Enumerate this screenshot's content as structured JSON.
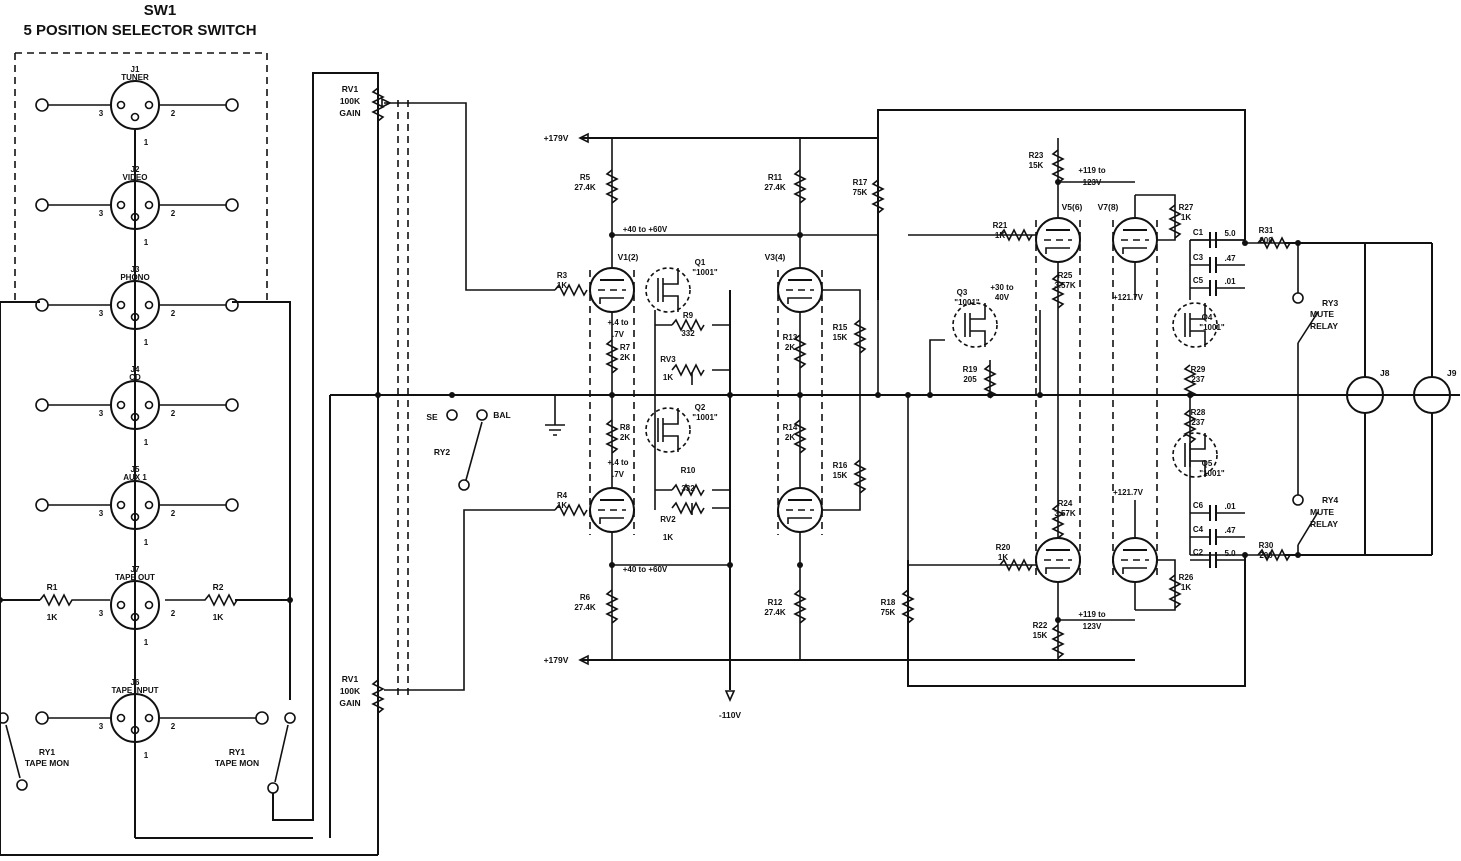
{
  "title": {
    "name": "SW1",
    "subtitle": "5 POSITION SELECTOR SWITCH"
  },
  "jacks": [
    {
      "ref": "J1",
      "label": "TUNER"
    },
    {
      "ref": "J2",
      "label": "VIDEO"
    },
    {
      "ref": "J3",
      "label": "PHONO"
    },
    {
      "ref": "J4",
      "label": "CD"
    },
    {
      "ref": "J5",
      "label": "AUX 1"
    },
    {
      "ref": "J7",
      "label": "TAPE OUT"
    },
    {
      "ref": "J6",
      "label": "TAPE INPUT"
    }
  ],
  "pins": {
    "p1": "1",
    "p2": "2",
    "p3": "3"
  },
  "input_resistors": {
    "r1": "R1",
    "r1v": "1K",
    "r2": "R2",
    "r2v": "1K"
  },
  "relays": {
    "ry1": "RY1",
    "tape_mon": "TAPE MON",
    "ry2": "RY2",
    "se": "SE",
    "bal": "BAL",
    "ry3": "RY3",
    "ry4": "RY4",
    "mute": "MUTE",
    "relay": "RELAY"
  },
  "pots": {
    "rv1": "RV1",
    "val": "100K",
    "gain": "GAIN"
  },
  "rails": {
    "pos": "+179V",
    "neg": "-110V",
    "v40": "+40 to +60V",
    "v4a": "+.4 to",
    "v4b": ".7V",
    "v30a": "+30 to",
    "v30b": "40V",
    "v119a": "+119 to",
    "v119b": "123V",
    "v121": "+121.7V"
  },
  "tubes": {
    "v1": "V1(2)",
    "v3": "V3(4)",
    "v5": "V5(6)",
    "v7": "V7(8)"
  },
  "fets": {
    "q1": "Q1",
    "q2": "Q2",
    "q3": "Q3",
    "q4": "Q4",
    "q5": "Q5",
    "part": "\"1001\""
  },
  "resistors": [
    {
      "ref": "R3",
      "val": "1K"
    },
    {
      "ref": "R4",
      "val": "1K"
    },
    {
      "ref": "R5",
      "val": "27.4K"
    },
    {
      "ref": "R6",
      "val": "27.4K"
    },
    {
      "ref": "R7",
      "val": "2K"
    },
    {
      "ref": "R8",
      "val": "2K"
    },
    {
      "ref": "R9",
      "val": "332"
    },
    {
      "ref": "R10",
      "val": "332"
    },
    {
      "ref": "RV3",
      "val": "1K"
    },
    {
      "ref": "RV2",
      "val": "1K"
    },
    {
      "ref": "R11",
      "val": "27.4K"
    },
    {
      "ref": "R12",
      "val": "27.4K"
    },
    {
      "ref": "R13",
      "val": "2K"
    },
    {
      "ref": "R14",
      "val": "2K"
    },
    {
      "ref": "R15",
      "val": "15K"
    },
    {
      "ref": "R16",
      "val": "15K"
    },
    {
      "ref": "R17",
      "val": "75K"
    },
    {
      "ref": "R18",
      "val": "75K"
    },
    {
      "ref": "R19",
      "val": "205"
    },
    {
      "ref": "R20",
      "val": "1K"
    },
    {
      "ref": "R21",
      "val": "1K"
    },
    {
      "ref": "R22",
      "val": "15K"
    },
    {
      "ref": "R23",
      "val": "15K"
    },
    {
      "ref": "R24",
      "val": "3.57K"
    },
    {
      "ref": "R25",
      "val": "3.57K"
    },
    {
      "ref": "R26",
      "val": "1K"
    },
    {
      "ref": "R27",
      "val": "1K"
    },
    {
      "ref": "R28",
      "val": "237"
    },
    {
      "ref": "R29",
      "val": "237"
    },
    {
      "ref": "R30",
      "val": "200"
    },
    {
      "ref": "R31",
      "val": "200"
    }
  ],
  "caps": [
    {
      "ref": "C1",
      "val": "5.0"
    },
    {
      "ref": "C3",
      "val": ".47"
    },
    {
      "ref": "C5",
      "val": ".01"
    },
    {
      "ref": "C6",
      "val": ".01"
    },
    {
      "ref": "C4",
      "val": ".47"
    },
    {
      "ref": "C2",
      "val": "5.0"
    }
  ],
  "outputs": {
    "j8": "J8",
    "j9": "J9"
  }
}
